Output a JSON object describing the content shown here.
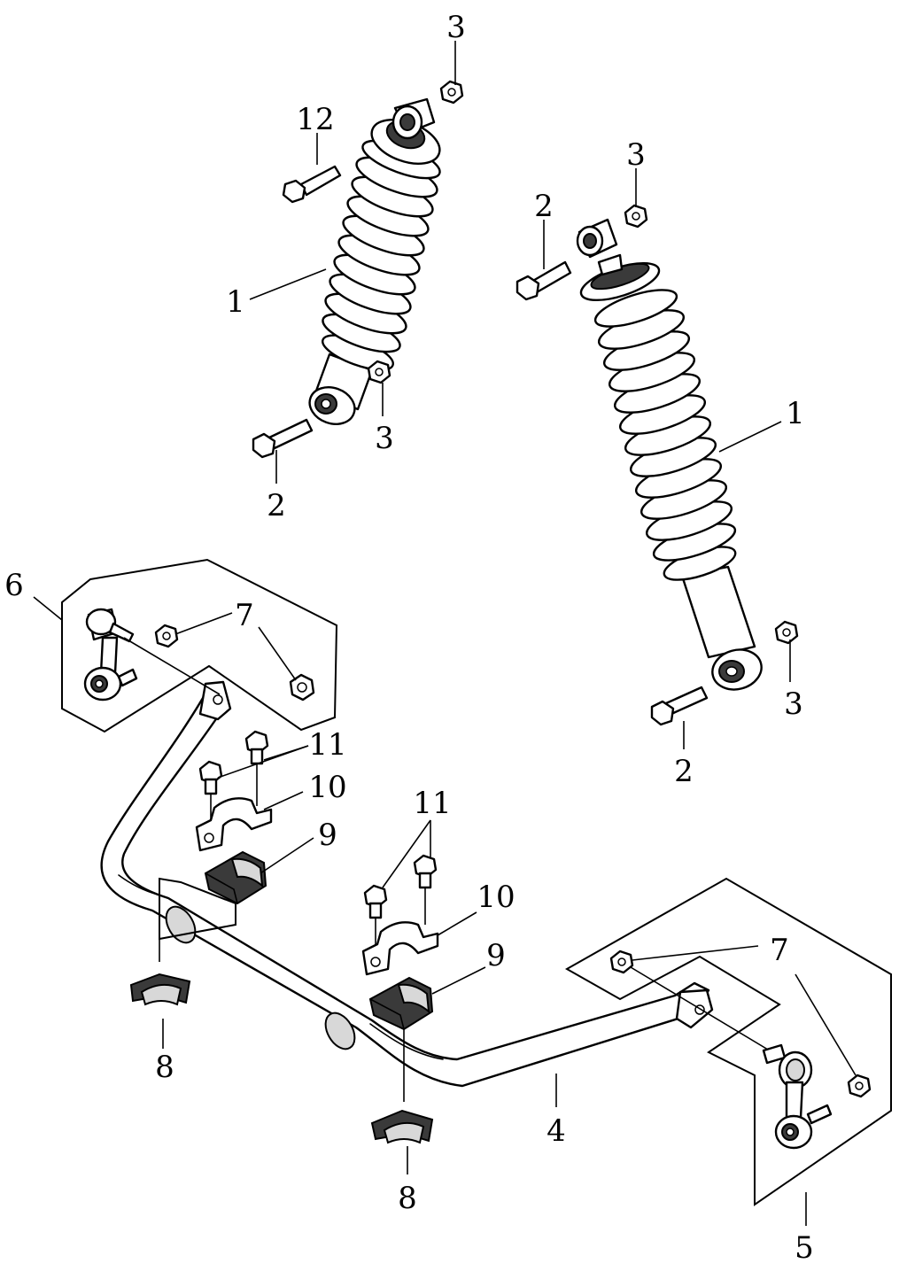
{
  "callouts": {
    "shock_left_bolt_top": "12",
    "shock_left_nut_top": "3",
    "shock_left_body": "1",
    "shock_left_nut_bottom": "3",
    "shock_left_bolt_bottom": "2",
    "shock_right_bolt_top": "2",
    "shock_right_nut_top": "3",
    "shock_right_body": "1",
    "shock_right_nut_bottom": "3",
    "shock_right_bolt_bottom": "2",
    "link_left": "6",
    "link_left_nuts": "7",
    "bolts_left": "11",
    "clamp_left": "10",
    "bushing_left": "9",
    "bushing_half_left": "8",
    "bolts_right": "11",
    "clamp_right": "10",
    "bushing_right": "9",
    "bushing_half_right": "8",
    "stabilizer_bar": "4",
    "link_right_nuts": "7",
    "link_right": "5"
  }
}
